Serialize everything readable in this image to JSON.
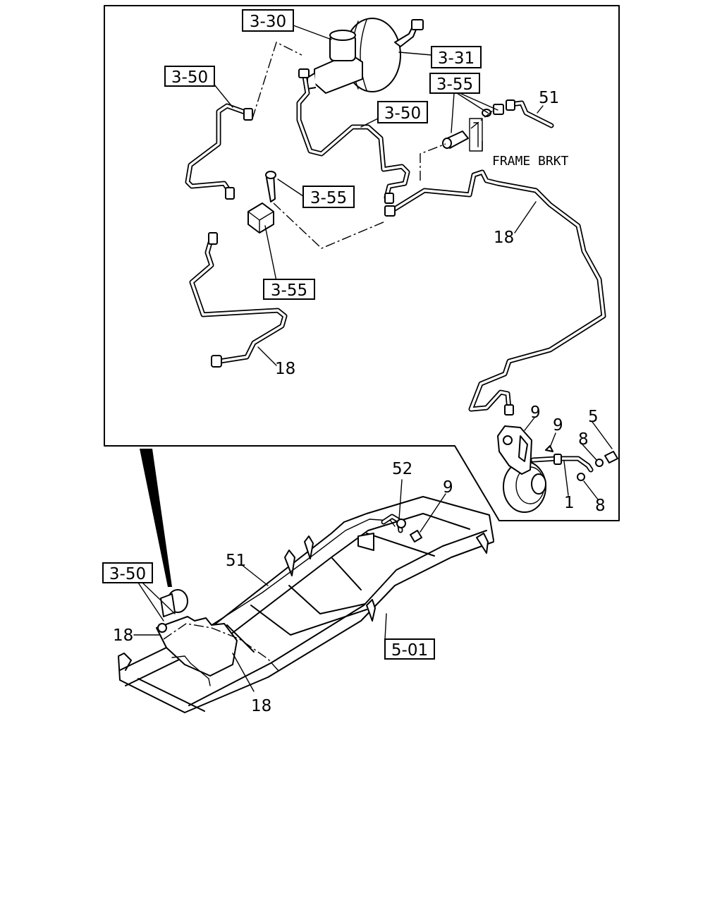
{
  "callouts": {
    "ref_3_30": "3-30",
    "ref_3_31": "3-31",
    "ref_3_50_a": "3-50",
    "ref_3_50_b": "3-50",
    "ref_3_50_c": "3-50",
    "ref_3_55_a": "3-55",
    "ref_3_55_b": "3-55",
    "ref_3_55_c": "3-55",
    "ref_5_01": "5-01",
    "part_51_top": "51",
    "part_51_frame": "51",
    "part_18_a": "18",
    "part_18_b": "18",
    "part_18_c": "18",
    "part_18_d": "18",
    "part_9_a": "9",
    "part_9_b": "9",
    "part_9_c": "9",
    "part_5": "5",
    "part_8_a": "8",
    "part_8_b": "8",
    "part_1": "1",
    "part_52": "52"
  },
  "notes": {
    "frame_bracket": "FRAME BRKT"
  }
}
